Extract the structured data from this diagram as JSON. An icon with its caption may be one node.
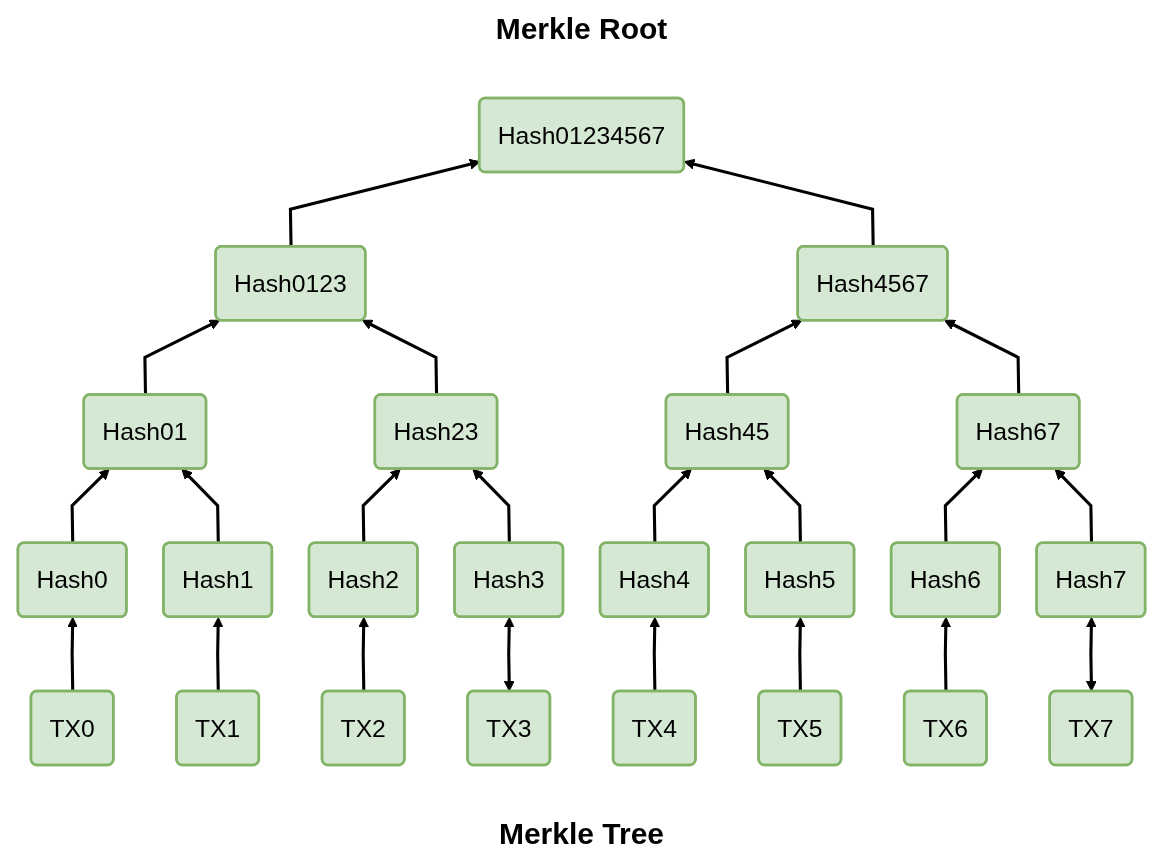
{
  "diagram": {
    "caption": "Merkle Tree",
    "nodes": [
      {
        "text": [
          "Hash01234567"
        ],
        "beside": [
          "Merkle Root"
        ]
      },
      {
        "text": [
          "Hash0123"
        ]
      },
      {
        "text": [
          "Hash4567"
        ]
      },
      {
        "text": [
          "Hash01"
        ]
      },
      {
        "text": [
          "Hash23"
        ]
      },
      {
        "text": [
          "Hash45"
        ]
      },
      {
        "text": [
          "Hash67"
        ]
      },
      {
        "text": [
          "Hash0"
        ]
      },
      {
        "text": [
          "Hash1"
        ]
      },
      {
        "text": [
          "Hash2"
        ]
      },
      {
        "text": [
          "Hash3"
        ]
      },
      {
        "text": [
          "Hash4"
        ]
      },
      {
        "text": [
          "Hash5"
        ]
      },
      {
        "text": [
          "Hash6"
        ]
      },
      {
        "text": [
          "Hash7"
        ]
      },
      {
        "text": [
          "TX0"
        ]
      },
      {
        "text": [
          "TX1"
        ]
      },
      {
        "text": [
          "TX2"
        ]
      },
      {
        "text": [
          "TX3"
        ]
      },
      {
        "text": [
          "TX4"
        ]
      },
      {
        "text": [
          "TX5"
        ]
      },
      {
        "text": [
          "TX6"
        ]
      },
      {
        "text": [
          "TX7"
        ]
      }
    ],
    "edges": [
      {
        "from": 1,
        "to": 0,
        "arrow": "to"
      },
      {
        "from": 2,
        "to": 0,
        "arrow": "to"
      },
      {
        "from": 3,
        "to": 1,
        "arrow": "to"
      },
      {
        "from": 4,
        "to": 1,
        "arrow": "to"
      },
      {
        "from": 5,
        "to": 2,
        "arrow": "to"
      },
      {
        "from": 6,
        "to": 2,
        "arrow": "to"
      },
      {
        "from": 7,
        "to": 3,
        "arrow": "to"
      },
      {
        "from": 8,
        "to": 3,
        "arrow": "to"
      },
      {
        "from": 9,
        "to": 4,
        "arrow": "to"
      },
      {
        "from": 10,
        "to": 4,
        "arrow": "to"
      },
      {
        "from": 11,
        "to": 5,
        "arrow": "to"
      },
      {
        "from": 12,
        "to": 5,
        "arrow": "to"
      },
      {
        "from": 13,
        "to": 6,
        "arrow": "to"
      },
      {
        "from": 14,
        "to": 6,
        "arrow": "to"
      },
      {
        "from": 15,
        "to": 7,
        "arrow": "to"
      },
      {
        "from": 16,
        "to": 8,
        "arrow": "to"
      },
      {
        "from": 17,
        "to": 9,
        "arrow": "to"
      },
      {
        "from": 18,
        "to": 10,
        "arrow": "both"
      },
      {
        "from": 19,
        "to": 11,
        "arrow": "to"
      },
      {
        "from": 20,
        "to": 12,
        "arrow": "to"
      },
      {
        "from": 21,
        "to": 13,
        "arrow": "to"
      },
      {
        "from": 22,
        "to": 14,
        "arrow": "both"
      }
    ]
  }
}
